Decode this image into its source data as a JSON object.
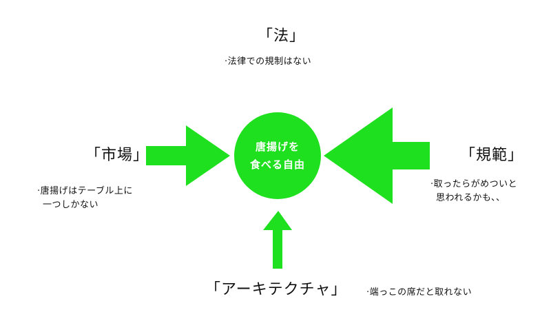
{
  "colors": {
    "accent": "#1ee01e",
    "background": "#ffffff",
    "text": "#111111",
    "center_text": "#ffffff"
  },
  "center": {
    "line1": "唐揚げを",
    "line2": "食べる自由"
  },
  "law": {
    "title": "「法」",
    "note": "·法律での規制はない"
  },
  "market": {
    "title": "「市場」",
    "note_line1": "·唐揚げはテーブル上に",
    "note_line2": "一つしかない"
  },
  "norms": {
    "title": "「規範」",
    "note_line1": "·取ったらがめついと",
    "note_line2": "思われるかも、、"
  },
  "architecture": {
    "title": "「アーキテクチャ」",
    "note": "·端っこの席だと取れない"
  }
}
